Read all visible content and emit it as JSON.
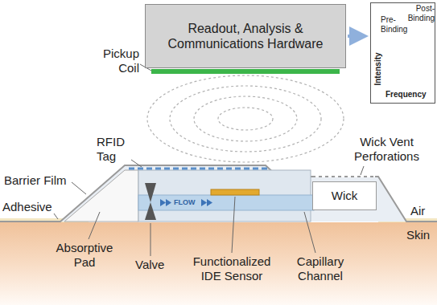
{
  "diagram": {
    "nodes": [
      {
        "text": [
          "Readout, Analysis & Communications Hardware"
        ]
      },
      {
        "text": [
          "Pre-Binding",
          "Post-Binding",
          "Intensity",
          "Frequency"
        ]
      },
      {
        "text": [
          "Wick"
        ]
      }
    ],
    "edges": [
      {
        "from": 0,
        "to": 1,
        "arrow": "to"
      }
    ],
    "labels": [
      "Pickup Coil",
      "RFID Tag",
      "Barrier Film",
      "Adhesive",
      "FLOW",
      "Absorptive Pad",
      "Valve",
      "Functionalized IDE Sensor",
      "Capillary Channel",
      "Wick Vent Perforations",
      "Air",
      "Skin"
    ]
  }
}
